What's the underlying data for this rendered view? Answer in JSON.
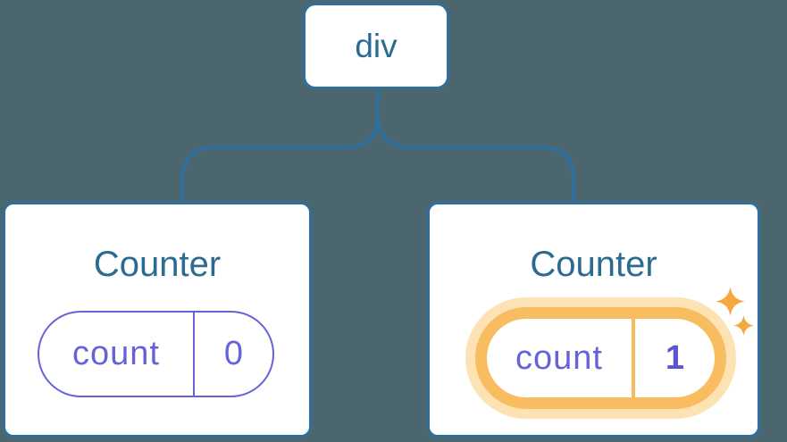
{
  "diagram": {
    "description": "React component tree: a div parent with two Counter children, each holding a count state pill; the second Counter's state (count = 1) is highlighted in orange with sparkles",
    "root": {
      "label": "div"
    },
    "children": [
      {
        "title": "Counter",
        "state_key": "count",
        "state_value": "0",
        "highlighted": false
      },
      {
        "title": "Counter",
        "state_key": "count",
        "state_value": "1",
        "highlighted": true
      }
    ]
  },
  "icons": {
    "sparkle_big": "four-point-star",
    "sparkle_small": "four-point-star"
  },
  "colors": {
    "background": "#4C6670",
    "card_background": "#FFFFFF",
    "node_border_blue": "#2F6F9E",
    "node_text_blue": "#2A6B92",
    "state_purple": "#6663D8",
    "state_value_bold_purple": "#5A57CE",
    "highlight_orange": "#F8BD61",
    "highlight_halo": "#FDE2B4",
    "sparkle_orange": "#F5A840"
  }
}
